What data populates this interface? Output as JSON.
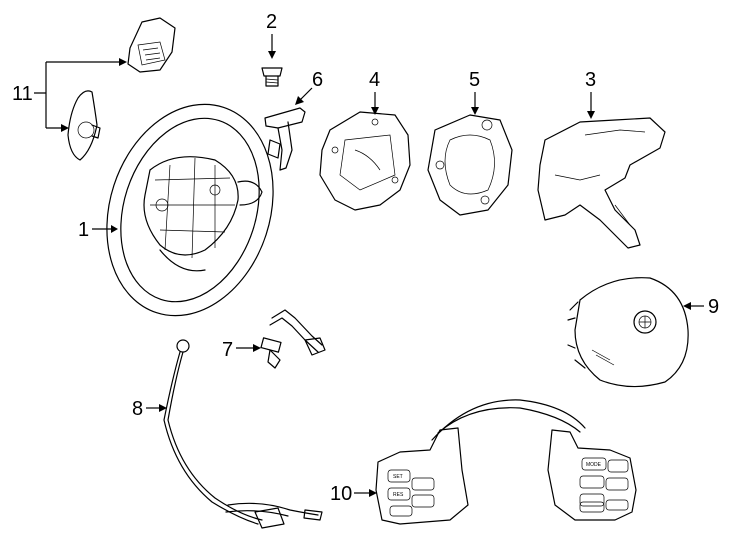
{
  "callouts": [
    {
      "label": "1"
    },
    {
      "label": "2"
    },
    {
      "label": "3"
    },
    {
      "label": "4"
    },
    {
      "label": "5"
    },
    {
      "label": "6"
    },
    {
      "label": "7"
    },
    {
      "label": "8"
    },
    {
      "label": "9"
    },
    {
      "label": "10"
    },
    {
      "label": "11"
    }
  ],
  "buttons": {
    "set": "SET",
    "res": "RES",
    "mode": "MODE"
  },
  "icons": [
    "steering-wheel-icon",
    "bolt-icon",
    "trim-cover-icon",
    "bracket-icon",
    "clock-spring-icon",
    "retainer-icon",
    "wire-harness-icon",
    "ground-strap-icon",
    "airbag-module-icon",
    "switch-panel-icon",
    "paddle-shifter-icon"
  ]
}
